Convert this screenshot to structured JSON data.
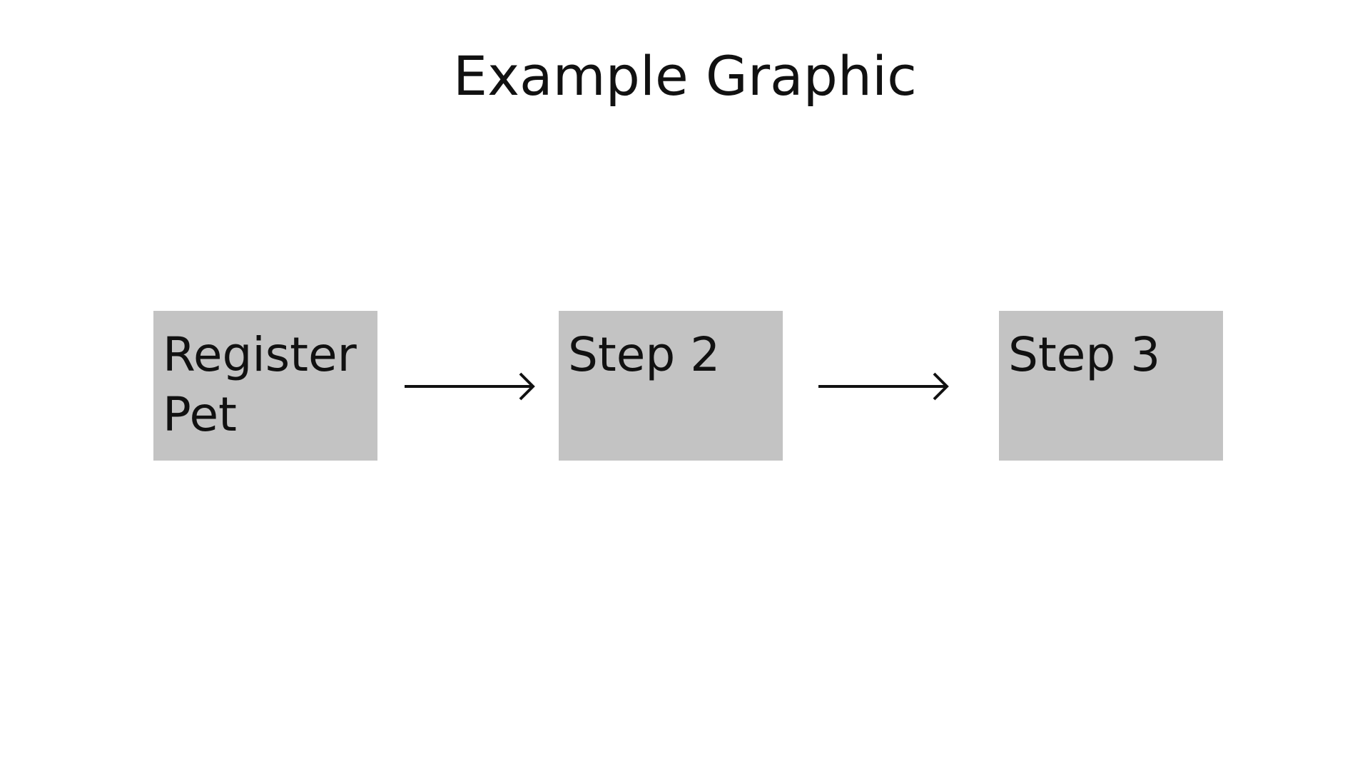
{
  "title": "Example Graphic",
  "steps": [
    {
      "label": "Register Pet"
    },
    {
      "label": "Step 2"
    },
    {
      "label": "Step 3"
    }
  ],
  "colors": {
    "box_fill": "#c3c3c3",
    "arrow_stroke": "#111111",
    "text": "#111111",
    "background": "#ffffff"
  }
}
